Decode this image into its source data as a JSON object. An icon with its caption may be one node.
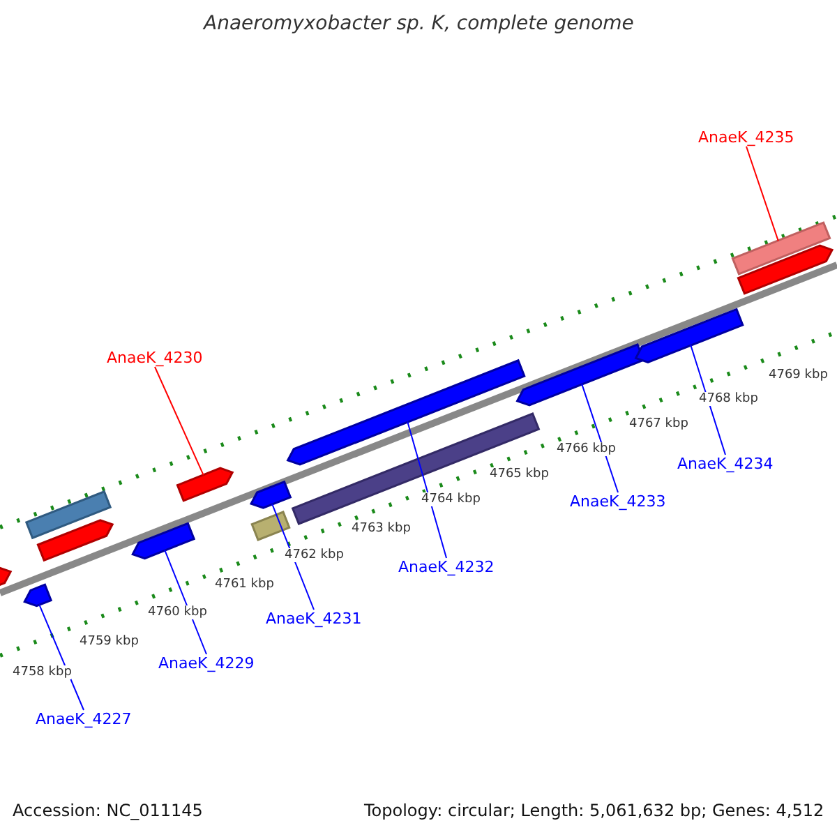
{
  "diagram": {
    "title": "Anaeromyxobacter sp. K, complete genome",
    "nodes": [
      {
        "text": [
          "AnaeK_4235"
        ]
      },
      {
        "text": [
          "AnaeK_4230"
        ]
      },
      {
        "text": [
          "AnaeK_4231"
        ]
      },
      {
        "text": [
          "AnaeK_4232"
        ]
      },
      {
        "text": [
          "AnaeK_4233"
        ]
      },
      {
        "text": [
          "AnaeK_4234"
        ]
      },
      {
        "text": [
          "AnaeK_4229"
        ]
      },
      {
        "text": [
          "AnaeK_4227"
        ]
      },
      {
        "text": [],
        "shape": "bar"
      },
      {
        "text": [],
        "shape": "bar"
      },
      {
        "text": [],
        "shape": "bar"
      },
      {
        "text": [],
        "shape": "bar"
      },
      {
        "text": [],
        "shape": "bar"
      },
      {
        "text": [],
        "shape": "bar"
      },
      {
        "text": [],
        "shape": "bar"
      },
      {
        "text": [],
        "shape": "bar"
      },
      {
        "text": [],
        "shape": "bar"
      },
      {
        "text": [],
        "shape": "bar"
      },
      {
        "text": [],
        "shape": "bar"
      },
      {
        "text": [],
        "shape": "bar"
      },
      {
        "text": [],
        "shape": "bar"
      },
      {
        "text": [],
        "shape": "bar"
      }
    ],
    "edges": [
      {
        "from": 0,
        "to": 20,
        "arrow": "none",
        "color": "#ff0000"
      },
      {
        "from": 1,
        "to": 13,
        "arrow": "none",
        "color": "#ff0000"
      },
      {
        "from": 2,
        "to": 14,
        "arrow": "none"
      },
      {
        "from": 3,
        "to": 16,
        "arrow": "none"
      },
      {
        "from": 4,
        "to": 18,
        "arrow": "none"
      },
      {
        "from": 5,
        "to": 19,
        "arrow": "none"
      },
      {
        "from": 6,
        "to": 12,
        "arrow": "none"
      },
      {
        "from": 7,
        "to": 9,
        "arrow": "none"
      }
    ],
    "labels": [
      "4758 kbp",
      "4759 kbp",
      "4760 kbp",
      "4761 kbp",
      "4762 kbp",
      "4763 kbp",
      "4764 kbp",
      "4765 kbp",
      "4766 kbp",
      "4767 kbp",
      "4768 kbp",
      "4769 kbp",
      "Accession: NC_011145",
      "Topology: circular; Length: 5,061,632 bp; Genes: 4,512"
    ]
  }
}
